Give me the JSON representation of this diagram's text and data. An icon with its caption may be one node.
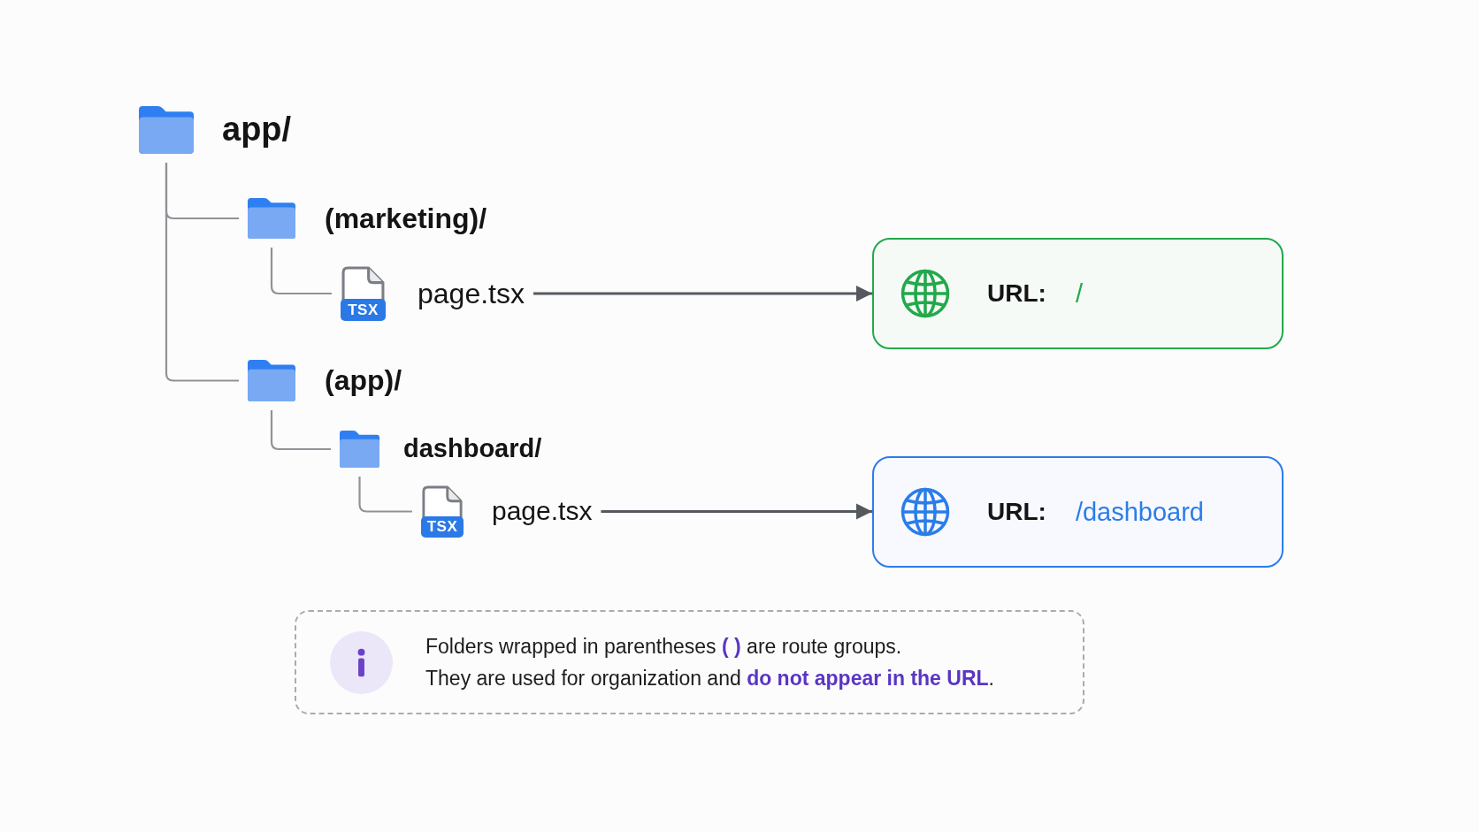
{
  "diagram": {
    "nodes": [
      {
        "text": [
          "app/"
        ]
      },
      {
        "text": [
          "(marketing)/"
        ]
      },
      {
        "text": [
          "TSX",
          "page.tsx"
        ]
      },
      {
        "text": [
          "(app)/"
        ]
      },
      {
        "text": [
          "dashboard/"
        ]
      },
      {
        "text": [
          "TSX",
          "page.tsx"
        ]
      },
      {
        "text": [
          "URL:",
          "/"
        ]
      },
      {
        "text": [
          "URL:",
          "/dashboard"
        ]
      },
      {
        "text": [
          "Folders wrapped in parentheses **( )** are route groups.",
          "They are used for organization and **do not appear in the URL**."
        ]
      }
    ],
    "edges": [
      {
        "from": 0,
        "to": 1,
        "arrow": "none"
      },
      {
        "from": 0,
        "to": 3,
        "arrow": "none"
      },
      {
        "from": 1,
        "to": 2,
        "arrow": "none"
      },
      {
        "from": 3,
        "to": 4,
        "arrow": "none"
      },
      {
        "from": 4,
        "to": 5,
        "arrow": "none"
      },
      {
        "from": 2,
        "to": 6,
        "arrow": "to",
        "color": "#55595f"
      },
      {
        "from": 5,
        "to": 7,
        "arrow": "to",
        "color": "#55595f"
      }
    ]
  }
}
